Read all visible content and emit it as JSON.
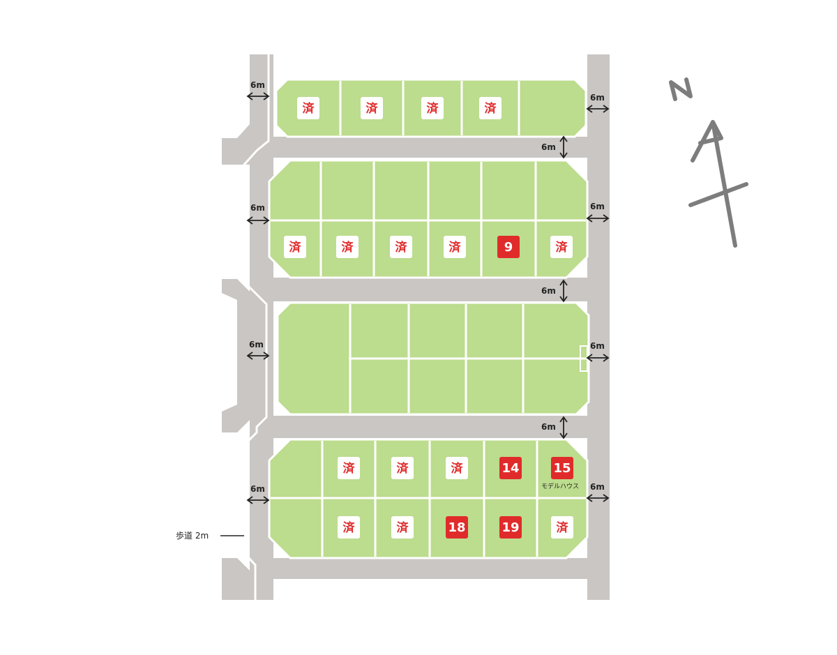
{
  "sold_label": "済",
  "colors": {
    "road": "#c9c6c3",
    "lot_green": "#bcdc8e",
    "lot_line": "#ffffff",
    "sold_bg": "#ffffff",
    "sold_text": "#e02b2b",
    "available_bg": "#e02b2b",
    "available_text": "#ffffff",
    "compass": "#7a7a7a"
  },
  "road_widths": {
    "west_road": "6m",
    "east_road": "6m",
    "inner_road": "6m",
    "sidewalk": "歩道 2m"
  },
  "model_house_label": "モデルハウス",
  "compass_label": "N",
  "blocks": [
    {
      "id": "A",
      "rows": [
        [
          "済",
          "済",
          "済",
          "済",
          ""
        ]
      ]
    },
    {
      "id": "B",
      "rows": [
        [
          "",
          "",
          "",
          "",
          "",
          ""
        ],
        [
          "済",
          "済",
          "済",
          "済",
          "9",
          "済"
        ]
      ]
    },
    {
      "id": "C",
      "rows": [
        [
          "",
          "",
          "",
          "",
          ""
        ],
        [
          "",
          "",
          "",
          "",
          ""
        ]
      ]
    },
    {
      "id": "D",
      "rows": [
        [
          "",
          "済",
          "済",
          "済",
          "14",
          "15"
        ],
        [
          "",
          "済",
          "済",
          "18",
          "19",
          "済"
        ]
      ]
    }
  ]
}
